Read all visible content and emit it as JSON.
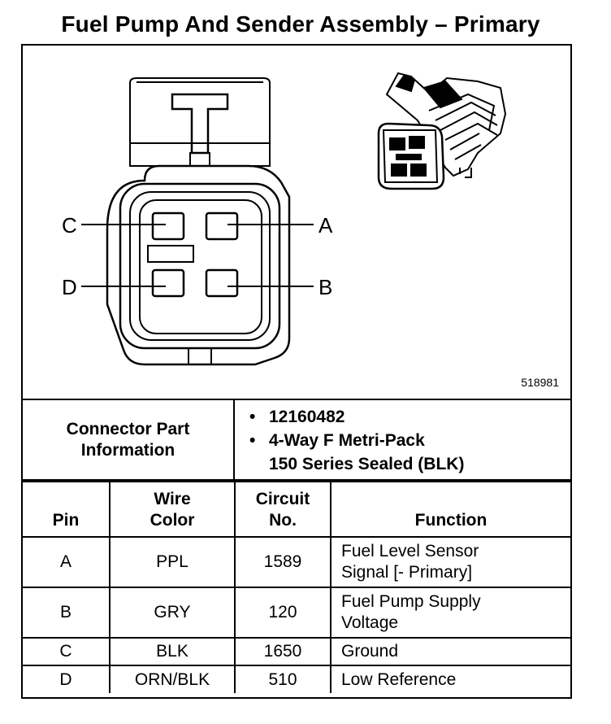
{
  "title": "Fuel Pump And Sender Assembly – Primary",
  "figure_id": "518981",
  "pin_labels": {
    "a": "A",
    "b": "B",
    "c": "C",
    "d": "D"
  },
  "connector_info": {
    "label_line1": "Connector Part",
    "label_line2": "Information",
    "items": [
      {
        "line1": "12160482",
        "line2": ""
      },
      {
        "line1": "4-Way F Metri-Pack",
        "line2": "150 Series Sealed (BLK)"
      }
    ]
  },
  "table": {
    "headers": {
      "pin": "Pin",
      "wire_color_1": "Wire",
      "wire_color_2": "Color",
      "circuit_1": "Circuit",
      "circuit_2": "No.",
      "function": "Function"
    },
    "rows": [
      {
        "pin": "A",
        "wire": "PPL",
        "circuit": "1589",
        "func1": "Fuel Level Sensor",
        "func2": "Signal [- Primary]"
      },
      {
        "pin": "B",
        "wire": "GRY",
        "circuit": "120",
        "func1": "Fuel Pump Supply",
        "func2": "Voltage"
      },
      {
        "pin": "C",
        "wire": "BLK",
        "circuit": "1650",
        "func1": "Ground",
        "func2": ""
      },
      {
        "pin": "D",
        "wire": "ORN/BLK",
        "circuit": "510",
        "func1": "Low Reference",
        "func2": ""
      }
    ]
  }
}
